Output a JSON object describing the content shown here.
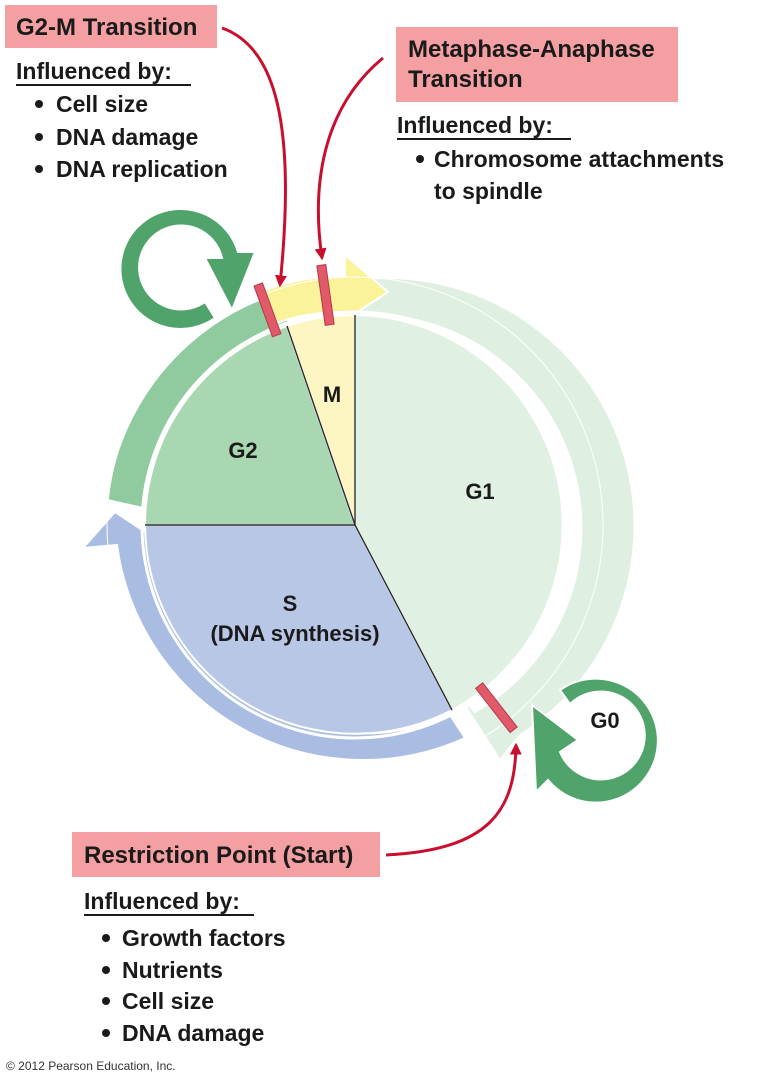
{
  "colors": {
    "label_box": "#f4a0a3",
    "red_arrow": "#c8102e",
    "checkpoint_bar": "#e2596a",
    "m_phase": "#fdf6c2",
    "m_arrow": "#fbf39a",
    "g2_phase": "#a8d7b2",
    "g2_arc": "#8fcb9e",
    "s_phase": "#b8c7e6",
    "s_arc": "#a9bde3",
    "g1_phase": "#e0f0e2",
    "g1_arc": "#dff0e2",
    "cycle_arrow": "#4fa36b"
  },
  "checkpoints": {
    "g2m": {
      "title": "G2-M Transition",
      "influenced_label": "Influenced by:",
      "factors": [
        "Cell size",
        "DNA damage",
        "DNA replication"
      ]
    },
    "metaphase": {
      "title_line1": "Metaphase-Anaphase",
      "title_line2": "Transition",
      "influenced_label": "Influenced by:",
      "factor_line1": "Chromosome attachments",
      "factor_line2": "to spindle"
    },
    "restriction": {
      "title": "Restriction Point (Start)",
      "influenced_label": "Influenced by:",
      "factors": [
        "Growth factors",
        "Nutrients",
        "Cell size",
        "DNA damage"
      ]
    }
  },
  "phases": {
    "m": "M",
    "g2": "G2",
    "g1": "G1",
    "s_line1": "S",
    "s_line2": "(DNA synthesis)",
    "g0": "G0"
  },
  "copyright": "© 2012 Pearson Education, Inc."
}
